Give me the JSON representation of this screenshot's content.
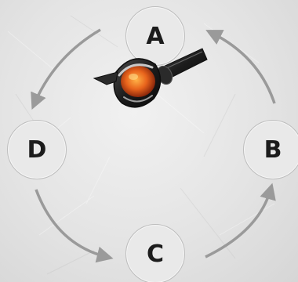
{
  "nodes": {
    "a": "A",
    "b": "B",
    "c": "C",
    "d": "D"
  },
  "colors": {
    "arrow": "#9a9a9a",
    "node_fill": "#e9e9e9",
    "node_border": "#bdbdbd",
    "ladle_glow": "#e8641c"
  },
  "icons": {
    "crucible": "ladle-crucible-icon"
  }
}
